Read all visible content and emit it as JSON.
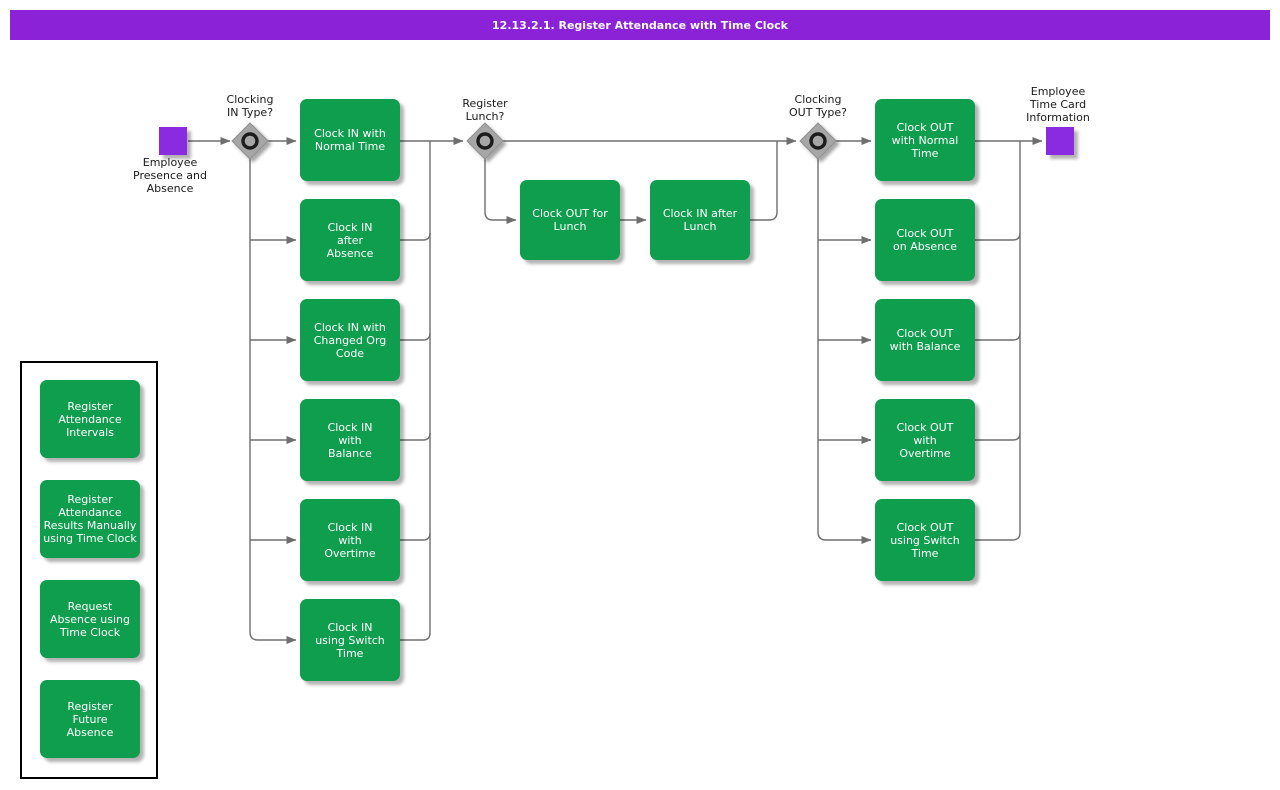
{
  "header": {
    "title": "12.13.2.1. Register Attendance with Time Clock"
  },
  "colors": {
    "header_bg": "#8B22D8",
    "activity_green": "#0F9D4E",
    "event_purple": "#8A2BE2",
    "line_gray": "#6E6E6E",
    "gateway_gray": "#A6A6A6"
  },
  "flow": {
    "start_event": {
      "label": "Employee\nPresence and\nAbsence"
    },
    "end_event": {
      "label": "Employee\nTime Card\nInformation"
    },
    "gateways": [
      {
        "label": "Clocking\nIN Type?"
      },
      {
        "label": "Register\nLunch?"
      },
      {
        "label": "Clocking\nOUT Type?"
      }
    ],
    "clock_in_tasks": [
      {
        "label": "Clock IN with\nNormal Time"
      },
      {
        "label": "Clock IN\nafter\nAbsence"
      },
      {
        "label": "Clock IN with\nChanged Org\nCode"
      },
      {
        "label": "Clock IN\nwith\nBalance"
      },
      {
        "label": "Clock IN\nwith\nOvertime"
      },
      {
        "label": "Clock IN\nusing Switch\nTime"
      }
    ],
    "lunch_tasks": [
      {
        "label": "Clock OUT for\nLunch"
      },
      {
        "label": "Clock IN after\nLunch"
      }
    ],
    "clock_out_tasks": [
      {
        "label": "Clock OUT\nwith Normal\nTime"
      },
      {
        "label": "Clock OUT\non Absence"
      },
      {
        "label": "Clock OUT\nwith Balance"
      },
      {
        "label": "Clock OUT\nwith\nOvertime"
      },
      {
        "label": "Clock OUT\nusing Switch\nTime"
      }
    ]
  },
  "legend": {
    "items": [
      {
        "label": "Register\nAttendance\nIntervals"
      },
      {
        "label": "Register\nAttendance\nResults Manually\nusing Time Clock"
      },
      {
        "label": "Request\nAbsence using\nTime Clock"
      },
      {
        "label": "Register\nFuture\nAbsence"
      }
    ]
  }
}
